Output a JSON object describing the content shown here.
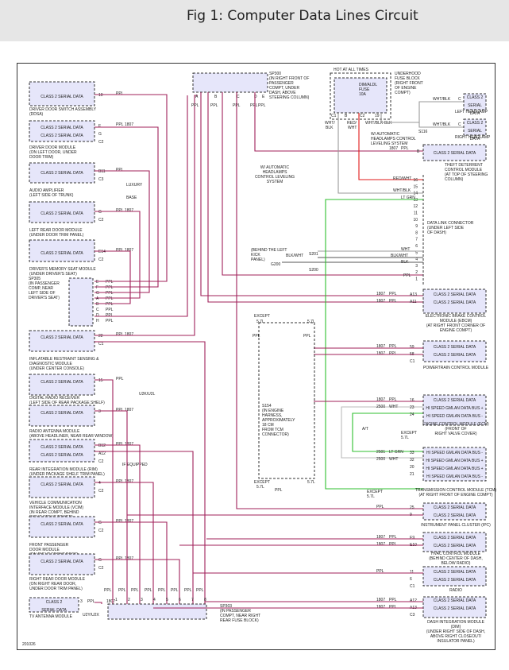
{
  "title": "Fig 1: Computer Data Lines Circuit",
  "colors": {
    "header_bg": "#e6e6e6",
    "module_fill": "#e6e6fa",
    "wire_ppl": "#a0205a",
    "wire_ltgrn": "#2fbf2f",
    "wire_redwht": "#e01818",
    "wire_wht": "#999999",
    "ink": "#222222"
  },
  "ref_number": "201026",
  "modules": {
    "ddsa": {
      "box": [
        "CLASS 2 SERIAL DATA"
      ],
      "desc": [
        "DRIVER DOOR SWITCH ASSEMBLY",
        "(DDSA)"
      ],
      "pins": [
        "10"
      ],
      "wires": [
        "PPL"
      ]
    },
    "ddm": {
      "box": [
        "CLASS 2 SERIAL DATA",
        "CLASS 2 SERIAL DATA"
      ],
      "desc": [
        "DRIVER DOOR MODULE",
        "(ON LEFT DOOR, UNDER",
        "DOOR TRIM)"
      ],
      "pins": [
        "F",
        "G",
        "C2"
      ],
      "wires": [
        "PPL",
        "1807",
        "PPL",
        "1807"
      ]
    },
    "amp": {
      "box": [
        "CLASS 2 SERIAL DATA"
      ],
      "desc": [
        "AUDIO AMPLIFIER",
        "(LEFT SIDE OF TRUNK)"
      ],
      "pins": [
        "B11",
        "C3"
      ],
      "wires": [
        "PPL"
      ],
      "notes": [
        "LUXURY",
        "BASE"
      ]
    },
    "lrdm": {
      "box": [
        "CLASS 2 SERIAL DATA"
      ],
      "desc": [
        "LEFT REAR DOOR MODULE",
        "(UNDER DOOR TRIM PANEL)"
      ],
      "pins": [
        "G",
        "C2"
      ],
      "wires": [
        "PPL",
        "1807"
      ]
    },
    "dmsm": {
      "box": [
        "CLASS 2 SERIAL DATA"
      ],
      "desc": [
        "DRIVER'S MEMORY SEAT MODULE",
        "(UNDER DRIVER'S SEAT)"
      ],
      "pins": [
        "E14",
        "C2"
      ],
      "wires": [
        "PPL",
        "1807"
      ]
    },
    "sp305": {
      "desc": [
        "SP305",
        "(IN PASSENGER",
        "COMP, NEAR",
        "LEFT SIDE OF",
        "DRIVER'S SEAT)"
      ],
      "pins": [
        "E",
        "F",
        "G",
        "A",
        "B",
        "C",
        "D",
        "H"
      ],
      "wires": [
        "PPL"
      ]
    },
    "sdm": {
      "box": [
        "CLASS 2 SERIAL DATA"
      ],
      "desc": [
        "INFLATABLE RESTRAINT SENSING &",
        "DIAGNOSTIC MODULE",
        "(UNDER CENTER CONSOLE)"
      ],
      "pins": [
        "22",
        "C1"
      ],
      "wires": [
        "PPL",
        "1807"
      ]
    },
    "drr": {
      "box": [
        "CLASS 2 SERIAL DATA"
      ],
      "desc": [
        "DIGITAL RADIO RECEIVER",
        "(LEFT SIDE OF REAR PACKAGE SHELF)"
      ],
      "pins": [
        "15"
      ],
      "wires": [
        "PPL"
      ],
      "notes": [
        "U2K/U2L"
      ]
    },
    "ram": {
      "box": [
        "CLASS 2 SERIAL DATA"
      ],
      "desc": [
        "RADIO ANTENNA MODULE",
        "(ABOVE HEADLINER, NEAR REAR WINDOW)"
      ],
      "pins": [
        "3"
      ],
      "wires": [
        "PPL",
        "1807"
      ]
    },
    "rim": {
      "box": [
        "CLASS 2 SERIAL DATA",
        "CLASS 2 SERIAL DATA"
      ],
      "desc": [
        "REAR INTEGRATION MODULE (RIM)",
        "(UNDER PACKAGE SHELF TRIM PANEL)"
      ],
      "pins": [
        "B12",
        "A12",
        "C2"
      ],
      "wires": [
        "PPL",
        "1807",
        "PPL",
        "1807"
      ]
    },
    "vcim": {
      "box": [
        "CLASS 2 SERIAL DATA"
      ],
      "desc": [
        "VEHICLE COMMUNICATION",
        "INTERFACE MODULE (VCIM)",
        "(IN REAR COMPT, BEHIND",
        "RIGHT STRUT TOWER)"
      ],
      "pins": [
        "4",
        "C2"
      ],
      "wires": [
        "PPL",
        "1807"
      ],
      "notes": [
        "IF EQUIPPED"
      ]
    },
    "fpdm": {
      "box": [
        "CLASS 2 SERIAL DATA"
      ],
      "desc": [
        "FRONT PASSENGER",
        "DOOR MODULE",
        "(ON RIGHT FRONT DOOR,",
        "UNDER DOOR TRIM PANEL)"
      ],
      "pins": [
        "G",
        "C2"
      ],
      "wires": [
        "PPL",
        "1807"
      ]
    },
    "rrdm": {
      "box": [
        "CLASS 2 SERIAL DATA"
      ],
      "desc": [
        "RIGHT REAR DOOR MODULE",
        "(ON RIGHT REAR DOOR,",
        "UNDER DOOR TRIM PANEL)"
      ],
      "pins": [
        "G",
        "C2"
      ],
      "wires": [
        "PPL",
        "1807"
      ]
    },
    "tv": {
      "box": [
        "CLASS 2",
        "SERIAL DATA"
      ],
      "desc": [
        "TV ANTENNA MODULE"
      ],
      "pins": [
        "3"
      ],
      "wires": [
        "PPL",
        "1807"
      ],
      "notes": [
        "U2Y/U2X"
      ]
    },
    "sp300": {
      "desc": [
        "SP300",
        "(IN RIGHT FRONT OF",
        "PASSENGER",
        "COMPT, UNDER",
        "DASH, ABOVE",
        "STEERING COLUMN)"
      ],
      "pins": [
        "A",
        "B",
        "C",
        "D",
        "E"
      ],
      "wires": [
        "PPL",
        "PPL",
        "PPL",
        "PPL",
        "PPL"
      ]
    },
    "fuse": {
      "desc": [
        "HOT AT ALL TIMES",
        "DIM/ALDL",
        "FUSE",
        "10A"
      ],
      "box_desc": [
        "UNDERHOOD",
        "FUSE BLOCK",
        "(RIGHT FRONT",
        "OF ENGINE",
        "COMPT)"
      ],
      "pins": [
        "C1",
        "B",
        "C2",
        "19"
      ],
      "wires": [
        "WHT/",
        "BLK",
        "RED/",
        "WHT",
        "WHT/BLK",
        "BLK"
      ],
      "notes": [
        "W/ AUTOMATIC",
        "HEADLAMPS CONTROL",
        "LEVELING SYSTEM"
      ],
      "splice": "S116"
    },
    "headlamps": {
      "left": {
        "box": [
          "CLASS 2",
          "SERIAL",
          "DATA"
        ],
        "desc": [
          "LEFT HEADLAMP"
        ],
        "wires": [
          "WHT/BLK"
        ],
        "pins": [
          "C"
        ]
      },
      "right": {
        "box": [
          "CLASS 2",
          "SERIAL",
          "DATA"
        ],
        "desc": [
          "RIGHT HEADLAMP"
        ],
        "wires": [
          "WHT/BLK"
        ],
        "pins": [
          "C"
        ]
      }
    },
    "tdcm": {
      "box": [
        "CLASS 2 SERIAL DATA"
      ],
      "desc": [
        "THEFT DETERRENT",
        "CONTROL MODULE",
        "(AT TOP OF STEERING",
        "COLUMN)"
      ],
      "pins": [
        "B"
      ],
      "wires": [
        "1807",
        "PPL"
      ]
    },
    "dlc": {
      "desc": [
        "DATA LINK CONNECTOR",
        "(UNDER LEFT SIDE",
        "OF DASH)"
      ],
      "pins": [
        "16",
        "15",
        "14",
        "13",
        "12",
        "11",
        "10",
        "9",
        "8",
        "7",
        "6",
        "5",
        "4",
        "3",
        "2",
        "1"
      ],
      "wires": [
        "RED/WHT",
        "WHT/BLK",
        "LT GRN",
        "WHT",
        "BLK/WHT",
        "BLK",
        "PPL"
      ],
      "notes": [
        "W/ AUTOMATIC",
        "HEADLAMPS",
        "CONTROL LEVELING",
        "SYSTEM"
      ],
      "ground_desc": [
        "(BEHIND THE LEFT",
        "KICK",
        "PANEL)"
      ],
      "splices": [
        "S201",
        "S200",
        "G200"
      ],
      "ground_wire": "BLK/WHT"
    },
    "ebcm": {
      "box": [
        "CLASS 2 SERIAL DATA",
        "CLASS 2 SERIAL DATA"
      ],
      "desc": [
        "ELECTRONIC BRAKE CONTROL",
        "MODULE (EBCM)",
        "(AT RIGHT FRONT CORNER OF",
        "ENGINE COMPT)"
      ],
      "pins": [
        "A13",
        "A11"
      ],
      "wires": [
        "1807",
        "PPL",
        "1807",
        "PPL"
      ]
    },
    "pcm": {
      "box": [
        "CLASS 2 SERIAL DATA",
        "CLASS 2 SERIAL DATA"
      ],
      "desc": [
        "POWERTRAIN CONTROL MODULE"
      ],
      "pins": [
        "59",
        "58",
        "C1"
      ],
      "wires": [
        "1807",
        "PPL",
        "1807",
        "PPL"
      ]
    },
    "ecm": {
      "box": [
        "CLASS 2 SERIAL DATA",
        "HI SPEED GMLAN DATA BUS +",
        "HI SPEED GMLAN DATA BUS -"
      ],
      "desc": [
        "ENGINE CONTROL MODULE (ECM)",
        "(FRONT OF",
        "RIGHT VALVE COVER)"
      ],
      "pins": [
        "16",
        "23",
        "24"
      ],
      "wires": [
        "1807",
        "PPL",
        "2500",
        "WHT",
        "2501",
        "LT GRN"
      ],
      "notes": [
        "A/T",
        "EXCEPT",
        "5.7L"
      ]
    },
    "tcm": {
      "box": [
        "HI SPEED GMLAN DATA BUS -",
        "HI SPEED GMLAN DATA BUS +",
        "HI SPEED GMLAN DATA BUS +",
        "HI SPEED GMLAN DATA BUS -"
      ],
      "desc": [
        "TRANSMISSION CONTROL MODULE (TCM)",
        "(AT RIGHT FRONT OF ENGINE COMPT)"
      ],
      "pins": [
        "33",
        "32",
        "20",
        "21"
      ],
      "wires": [
        "2501",
        "LT GRN",
        "2500",
        "WHT",
        "2500",
        "WHT",
        "2501",
        "LT GRN"
      ],
      "notes": [
        "EXCEPT",
        "5.7L"
      ]
    },
    "ipc": {
      "box": [
        "CLASS 2 SERIAL DATA",
        "CLASS 2 SERIAL DATA"
      ],
      "desc": [
        "INSTRUMENT PANEL CLUSTER (IPC)"
      ],
      "pins": [
        "25",
        "9"
      ],
      "wires": [
        "PPL"
      ]
    },
    "hvac": {
      "box": [
        "CLASS 2 SERIAL DATA",
        "CLASS 2 SERIAL DATA"
      ],
      "desc": [
        "HVAC CONTROL MODULE",
        "(BEHIND CENTER OF DASH,",
        "BELOW RADIO)"
      ],
      "pins": [
        "E9",
        "E10"
      ],
      "wires": [
        "1807",
        "PPL",
        "1807",
        "PPL"
      ]
    },
    "radio": {
      "box": [
        "CLASS 2 SERIAL DATA",
        "CLASS 2 SERIAL DATA"
      ],
      "desc": [
        "RADIO"
      ],
      "pins": [
        "11",
        "6",
        "C1"
      ],
      "wires": [
        "PPL"
      ]
    },
    "dim": {
      "box": [
        "CLASS 2 SERIAL DATA",
        "CLASS 2 SERIAL DATA"
      ],
      "desc": [
        "DASH INTEGRATION MODULE",
        "(DIM)",
        "(UNDER RIGHT SIDE OF DASH,",
        "ABOVE RIGHT CLOSEOUT/",
        "INSULATOR PANEL)"
      ],
      "pins": [
        "A12",
        "A13",
        "C3"
      ],
      "wires": [
        "1807",
        "PPL",
        "1807",
        "PPL"
      ]
    },
    "s154": {
      "desc": [
        "S154",
        "(IN ENGINE",
        "HARNESS,",
        "APPROXIMATELY",
        "18 CM",
        "FROM TCM",
        "CONNECTOR)"
      ],
      "labels": [
        "EXCEPT",
        "5.7L",
        "5.7L",
        "PPL",
        "PPL"
      ]
    },
    "sp303": {
      "desc": [
        "SP303",
        "(IN PASSENGER",
        "COMPT, NEAR RIGHT",
        "REAR FUSE BLOCK)"
      ],
      "pins": [
        "1",
        "2",
        "3",
        "4",
        "5",
        "6",
        "7",
        "8"
      ],
      "wires": [
        "PPL"
      ]
    }
  }
}
